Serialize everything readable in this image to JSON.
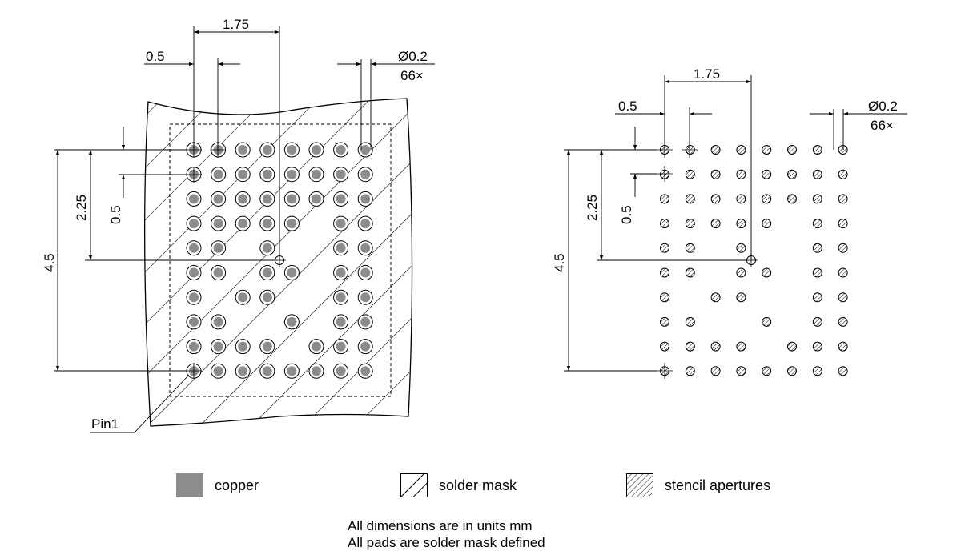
{
  "left_view": {
    "dim_pitch_x": "0.5",
    "dim_span_x": "1.75",
    "dim_diameter": "Ø0.2",
    "dim_count": "66×",
    "dim_pitch_y": "0.5",
    "dim_span_y": "2.25",
    "dim_total_y": "4.5",
    "pin1_label": "Pin1"
  },
  "right_view": {
    "dim_pitch_x": "0.5",
    "dim_span_x": "1.75",
    "dim_diameter": "Ø0.2",
    "dim_count": "66×",
    "dim_pitch_y": "0.5",
    "dim_span_y": "2.25",
    "dim_total_y": "4.5"
  },
  "grid": {
    "rows": 10,
    "cols": 8,
    "pads": [
      "11111111",
      "11111111",
      "11111111",
      "11111011",
      "11010011",
      "11011011",
      "10110011",
      "11001011",
      "11110111",
      "11111111"
    ]
  },
  "legend": {
    "copper": "copper",
    "solder_mask": "solder mask",
    "stencil": "stencil apertures"
  },
  "colors": {
    "copper": "#8c8c8c",
    "line": "#000000"
  },
  "notes": {
    "line1": "All dimensions are in units mm",
    "line2": "All pads are solder mask defined"
  }
}
